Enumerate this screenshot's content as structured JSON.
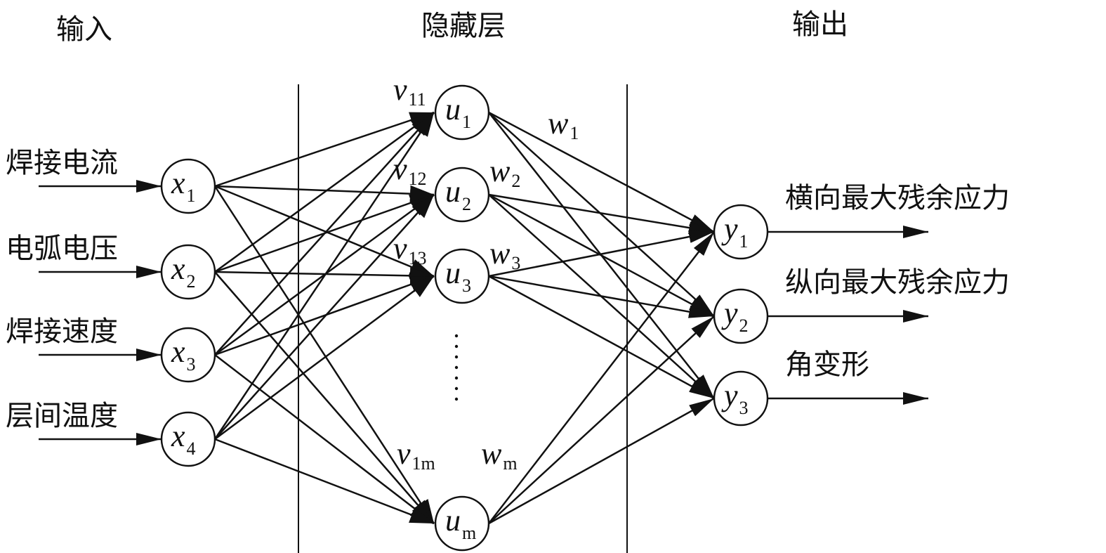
{
  "headers": {
    "input": "输入",
    "hidden": "隐藏层",
    "output": "输出"
  },
  "inputs": [
    {
      "label": "焊接电流",
      "var": "x",
      "sub": "1"
    },
    {
      "label": "电弧电压",
      "var": "x",
      "sub": "2"
    },
    {
      "label": "焊接速度",
      "var": "x",
      "sub": "3"
    },
    {
      "label": "层间温度",
      "var": "x",
      "sub": "4"
    }
  ],
  "hidden": [
    {
      "var": "u",
      "sub": "1"
    },
    {
      "var": "u",
      "sub": "2"
    },
    {
      "var": "u",
      "sub": "3"
    },
    {
      "var": "u",
      "sub": "m"
    }
  ],
  "outputs": [
    {
      "label": "横向最大残余应力",
      "var": "y",
      "sub": "1"
    },
    {
      "label": "纵向最大残余应力",
      "var": "y",
      "sub": "2"
    },
    {
      "label": "角变形",
      "var": "y",
      "sub": "3"
    }
  ],
  "weights_v": [
    {
      "var": "v",
      "sub": "11"
    },
    {
      "var": "v",
      "sub": "12"
    },
    {
      "var": "v",
      "sub": "13"
    },
    {
      "var": "v",
      "sub": "1m"
    }
  ],
  "weights_w": [
    {
      "var": "w",
      "sub": "1"
    },
    {
      "var": "w",
      "sub": "2"
    },
    {
      "var": "w",
      "sub": "3"
    },
    {
      "var": "w",
      "sub": "m"
    }
  ],
  "ellipsis": "⋮"
}
